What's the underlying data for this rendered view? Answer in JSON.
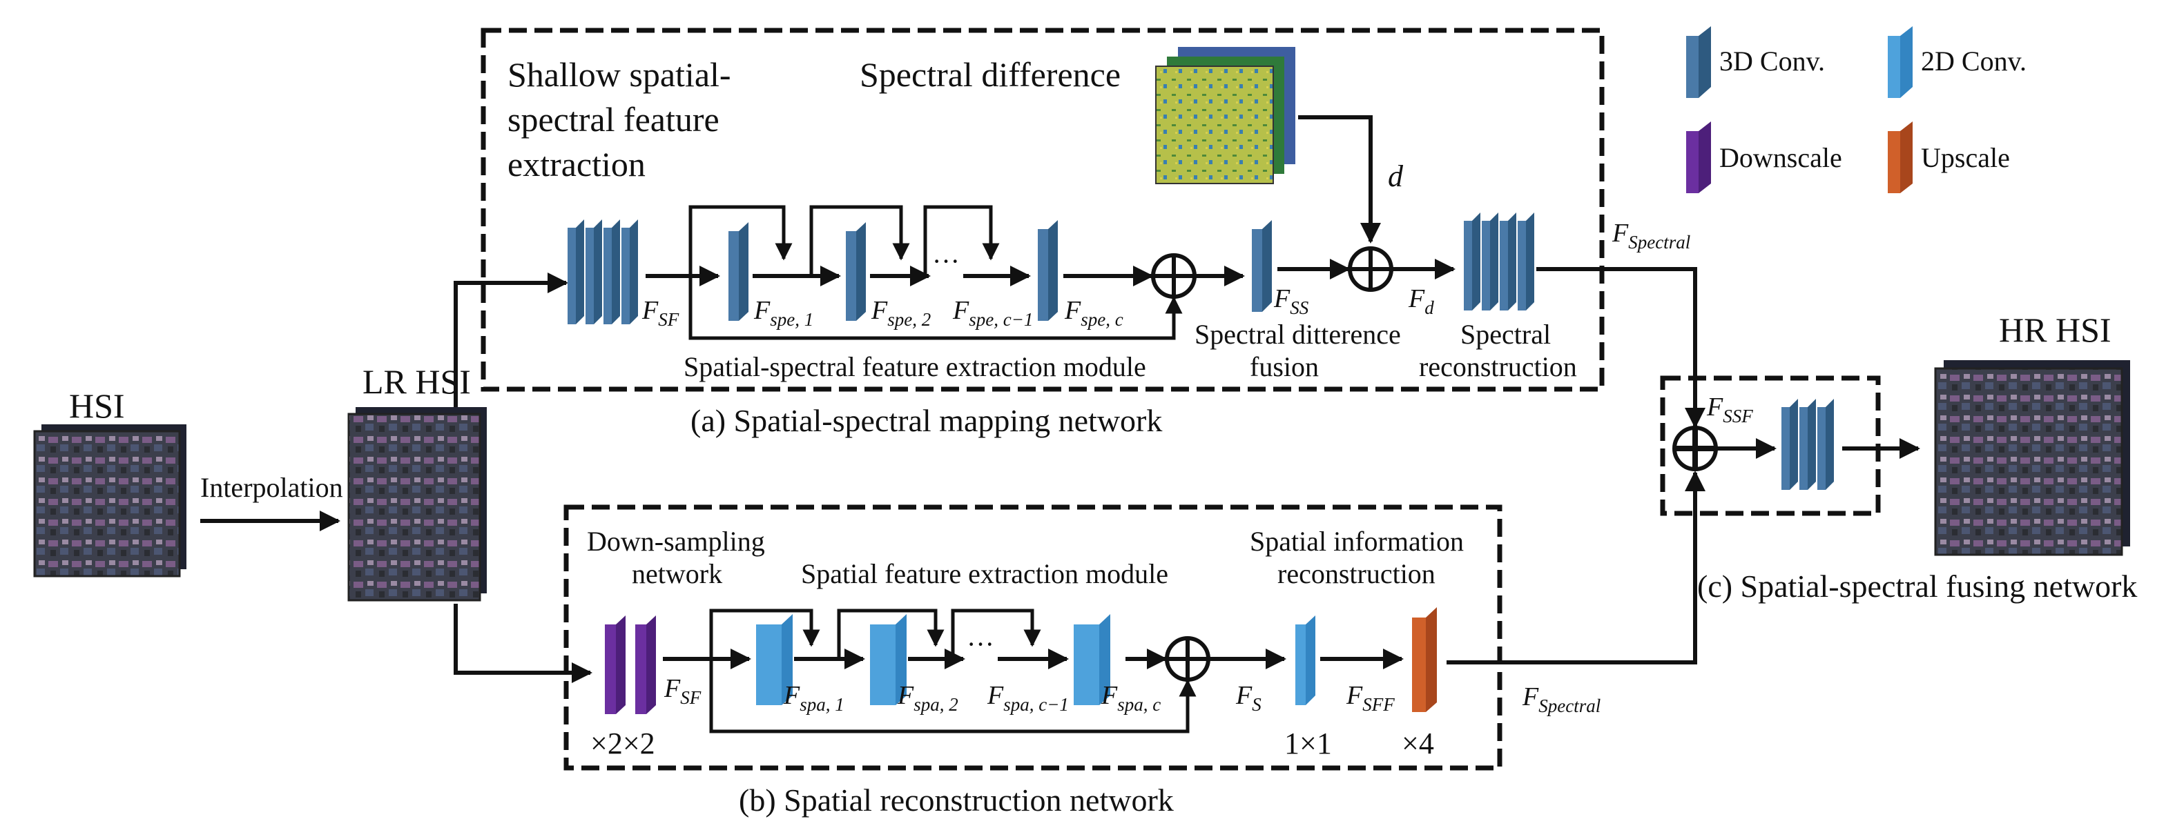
{
  "legend": {
    "conv3d": "3D Conv.",
    "conv2d": "2D Conv.",
    "downscale": "Downscale",
    "upscale": "Upscale"
  },
  "colors": {
    "conv3d": "#4a7aa8",
    "conv2d": "#4ea2dc",
    "downscale": "#6b2fa0",
    "upscale": "#d0602a"
  },
  "inputs": {
    "hsi": "HSI",
    "lr_hsi": "LR HSI",
    "hr_hsi": "HR HSI",
    "interpolation": "Interpolation"
  },
  "panel_a": {
    "caption": "(a) Spatial-spectral mapping network",
    "shallow_line1": "Shallow spatial-",
    "shallow_line2": "spectral feature",
    "shallow_line3": "extraction",
    "spectral_difference": "Spectral difference",
    "d_symbol": "d",
    "module_label": "Spatial-spectral feature extraction module",
    "fusion_line1": "Spectral ditterence",
    "fusion_line2": "fusion",
    "recon_line1": "Spectral",
    "recon_line2": "reconstruction",
    "f_sf": "F",
    "f_sf_sub": "SF",
    "f_spe1": "F",
    "f_spe1_sub": "spe, 1",
    "f_spe2": "F",
    "f_spe2_sub": "spe, 2",
    "ellipsis": "···",
    "f_spec1": "F",
    "f_spec1_sub": "spe, c−1",
    "f_spec": "F",
    "f_spec_sub": "spe, c",
    "f_ss": "F",
    "f_ss_sub": "SS",
    "f_d": "F",
    "f_d_sub": "d",
    "f_spectral": "F",
    "f_spectral_sub": "Spectral"
  },
  "panel_b": {
    "caption": "(b) Spatial reconstruction network",
    "down_line1": "Down-sampling",
    "down_line2": "network",
    "module_label": "Spatial feature extraction module",
    "info_line1": "Spatial information",
    "info_line2": "reconstruction",
    "scale_down": "×2×2",
    "scale_1x1": "1×1",
    "scale_up": "×4",
    "f_sf": "F",
    "f_sf_sub": "SF",
    "f_spa1": "F",
    "f_spa1_sub": "spa, 1",
    "f_spa2": "F",
    "f_spa2_sub": "spa, 2",
    "ellipsis": "···",
    "f_spac1": "F",
    "f_spac1_sub": "spa, c−1",
    "f_spac": "F",
    "f_spac_sub": "spa, c",
    "f_s": "F",
    "f_s_sub": "S",
    "f_sff": "F",
    "f_sff_sub": "SFF",
    "f_spectral": "F",
    "f_spectral_sub": "Spectral"
  },
  "panel_c": {
    "caption": "(c) Spatial-spectral fusing network",
    "f_ssf": "F",
    "f_ssf_sub": "SSF"
  }
}
